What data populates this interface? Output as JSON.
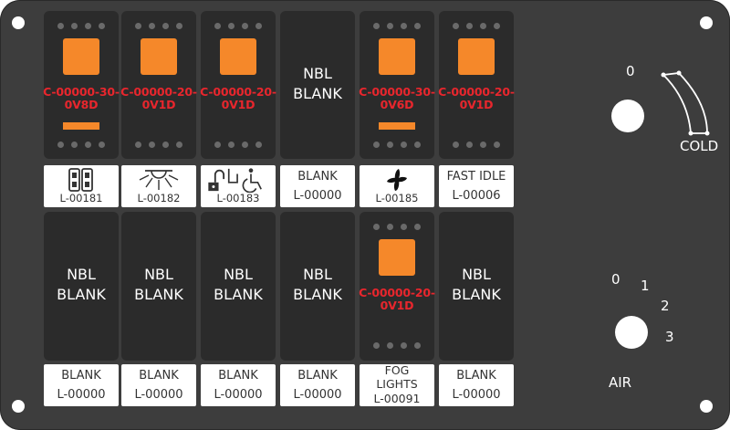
{
  "top_row": [
    {
      "part": [
        "C-00000-30-",
        "0V8D"
      ],
      "label": [
        "",
        "L-00181"
      ],
      "icon": "double-door-icon",
      "bar": true
    },
    {
      "part": [
        "C-00000-20-",
        "0V1D"
      ],
      "label": [
        "",
        "L-00182"
      ],
      "icon": "dome-light-icon",
      "bar": false
    },
    {
      "part": [
        "C-00000-20-",
        "0V1D"
      ],
      "label": [
        "",
        "L-00183"
      ],
      "icon": "lock-wheelchair-icon",
      "bar": false
    },
    {
      "blank": [
        "NBL",
        "BLANK"
      ],
      "label": [
        "BLANK",
        "L-00000"
      ]
    },
    {
      "part": [
        "C-00000-30-",
        "0V6D"
      ],
      "label": [
        "",
        "L-00185"
      ],
      "icon": "fan-icon",
      "bar": true
    },
    {
      "part": [
        "C-00000-20-",
        "0V1D"
      ],
      "label": [
        "FAST IDLE",
        "L-00006"
      ],
      "bar": false
    }
  ],
  "bottom_row": [
    {
      "blank": [
        "NBL",
        "BLANK"
      ],
      "label": [
        "BLANK",
        "L-00000"
      ]
    },
    {
      "blank": [
        "NBL",
        "BLANK"
      ],
      "label": [
        "BLANK",
        "L-00000"
      ]
    },
    {
      "blank": [
        "NBL",
        "BLANK"
      ],
      "label": [
        "BLANK",
        "L-00000"
      ]
    },
    {
      "blank": [
        "NBL",
        "BLANK"
      ],
      "label": [
        "BLANK",
        "L-00000"
      ]
    },
    {
      "part": [
        "C-00000-20-",
        "0V1D"
      ],
      "label": [
        "FOG",
        "LIGHTS",
        "L-00091"
      ],
      "bar": false
    },
    {
      "blank": [
        "NBL",
        "BLANK"
      ],
      "label": [
        "BLANK",
        "L-00000"
      ]
    }
  ],
  "temp_control": {
    "zero": "0",
    "cold": "COLD"
  },
  "air_control": {
    "positions": [
      "0",
      "1",
      "2",
      "3"
    ],
    "label": "AIR"
  },
  "colors": {
    "panel": "#3d3d3d",
    "switch": "#2b2b2b",
    "pad": "#f5882a",
    "part_text": "#e8262d"
  }
}
